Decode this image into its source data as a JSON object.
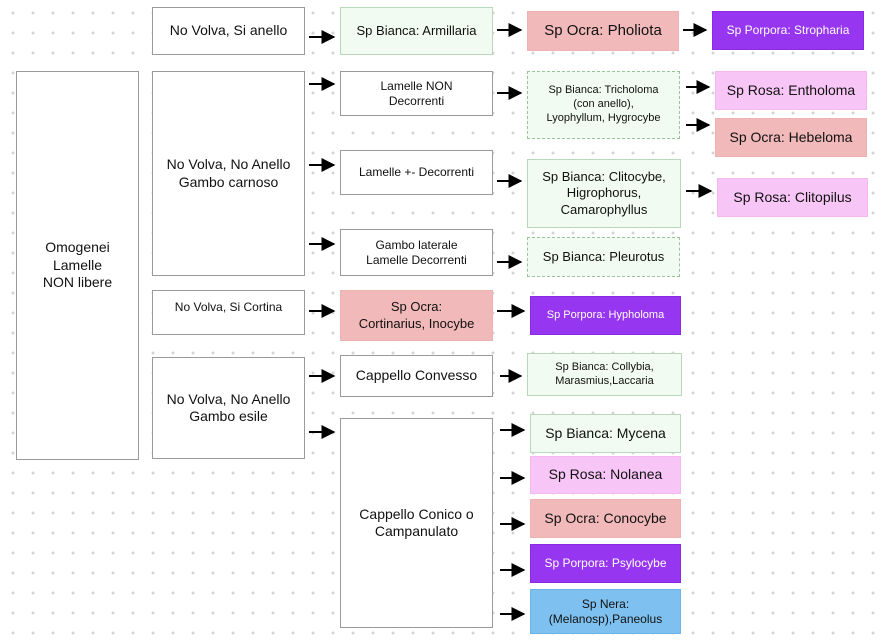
{
  "root": "Omogenei\nLamelle\nNON libere",
  "branches": {
    "volva_anello": "No Volva, Si anello",
    "carnoso": "No Volva, No Anello\nGambo carnoso",
    "cortina": "No Volva, Si Cortina",
    "esile": "No Volva, No Anello\nGambo esile"
  },
  "features": {
    "non_decorrenti": "Lamelle NON\nDecorrenti",
    "decorrenti": "Lamelle +- Decorrenti",
    "gambo_laterale": "Gambo laterale\nLamelle Decorrenti",
    "convesso": "Cappello Convesso",
    "conico": "Cappello Conico o\nCampanulato"
  },
  "results": {
    "armillaria": "Sp Bianca: Armillaria",
    "pholiota": "Sp Ocra: Pholiota",
    "stropharia": "Sp Porpora: Stropharia",
    "tricholoma": "Sp Bianca: Tricholoma\n(con anello),\nLyophyllum, Hygrocybe",
    "entholoma": "Sp Rosa: Entholoma",
    "hebeloma": "Sp Ocra: Hebeloma",
    "clitocybe": "Sp Bianca: Clitocybe,\nHigrophorus,\nCamarophyllus",
    "clitopilus": "Sp Rosa: Clitopilus",
    "pleurotus": "Sp Bianca: Pleurotus",
    "cortinarius": "Sp Ocra:\nCortinarius, Inocybe",
    "hypholoma": "Sp Porpora: Hypholoma",
    "collybia": "Sp Bianca: Collybia,\nMarasmius,Laccaria",
    "mycena": "Sp Bianca: Mycena",
    "nolanea": "Sp Rosa: Nolanea",
    "conocybe": "Sp Ocra: Conocybe",
    "psylocybe": "Sp Porpora: Psylocybe",
    "paneolus": "Sp Nera:\n(Melanosp),Paneolus"
  },
  "colors": {
    "spore_bianca": "#f1fbf1",
    "spore_ocra": "#f1b9b9",
    "spore_rosa": "#f8c6f6",
    "spore_porpora": "#9736f0",
    "spore_nera": "#7ec0ef"
  }
}
